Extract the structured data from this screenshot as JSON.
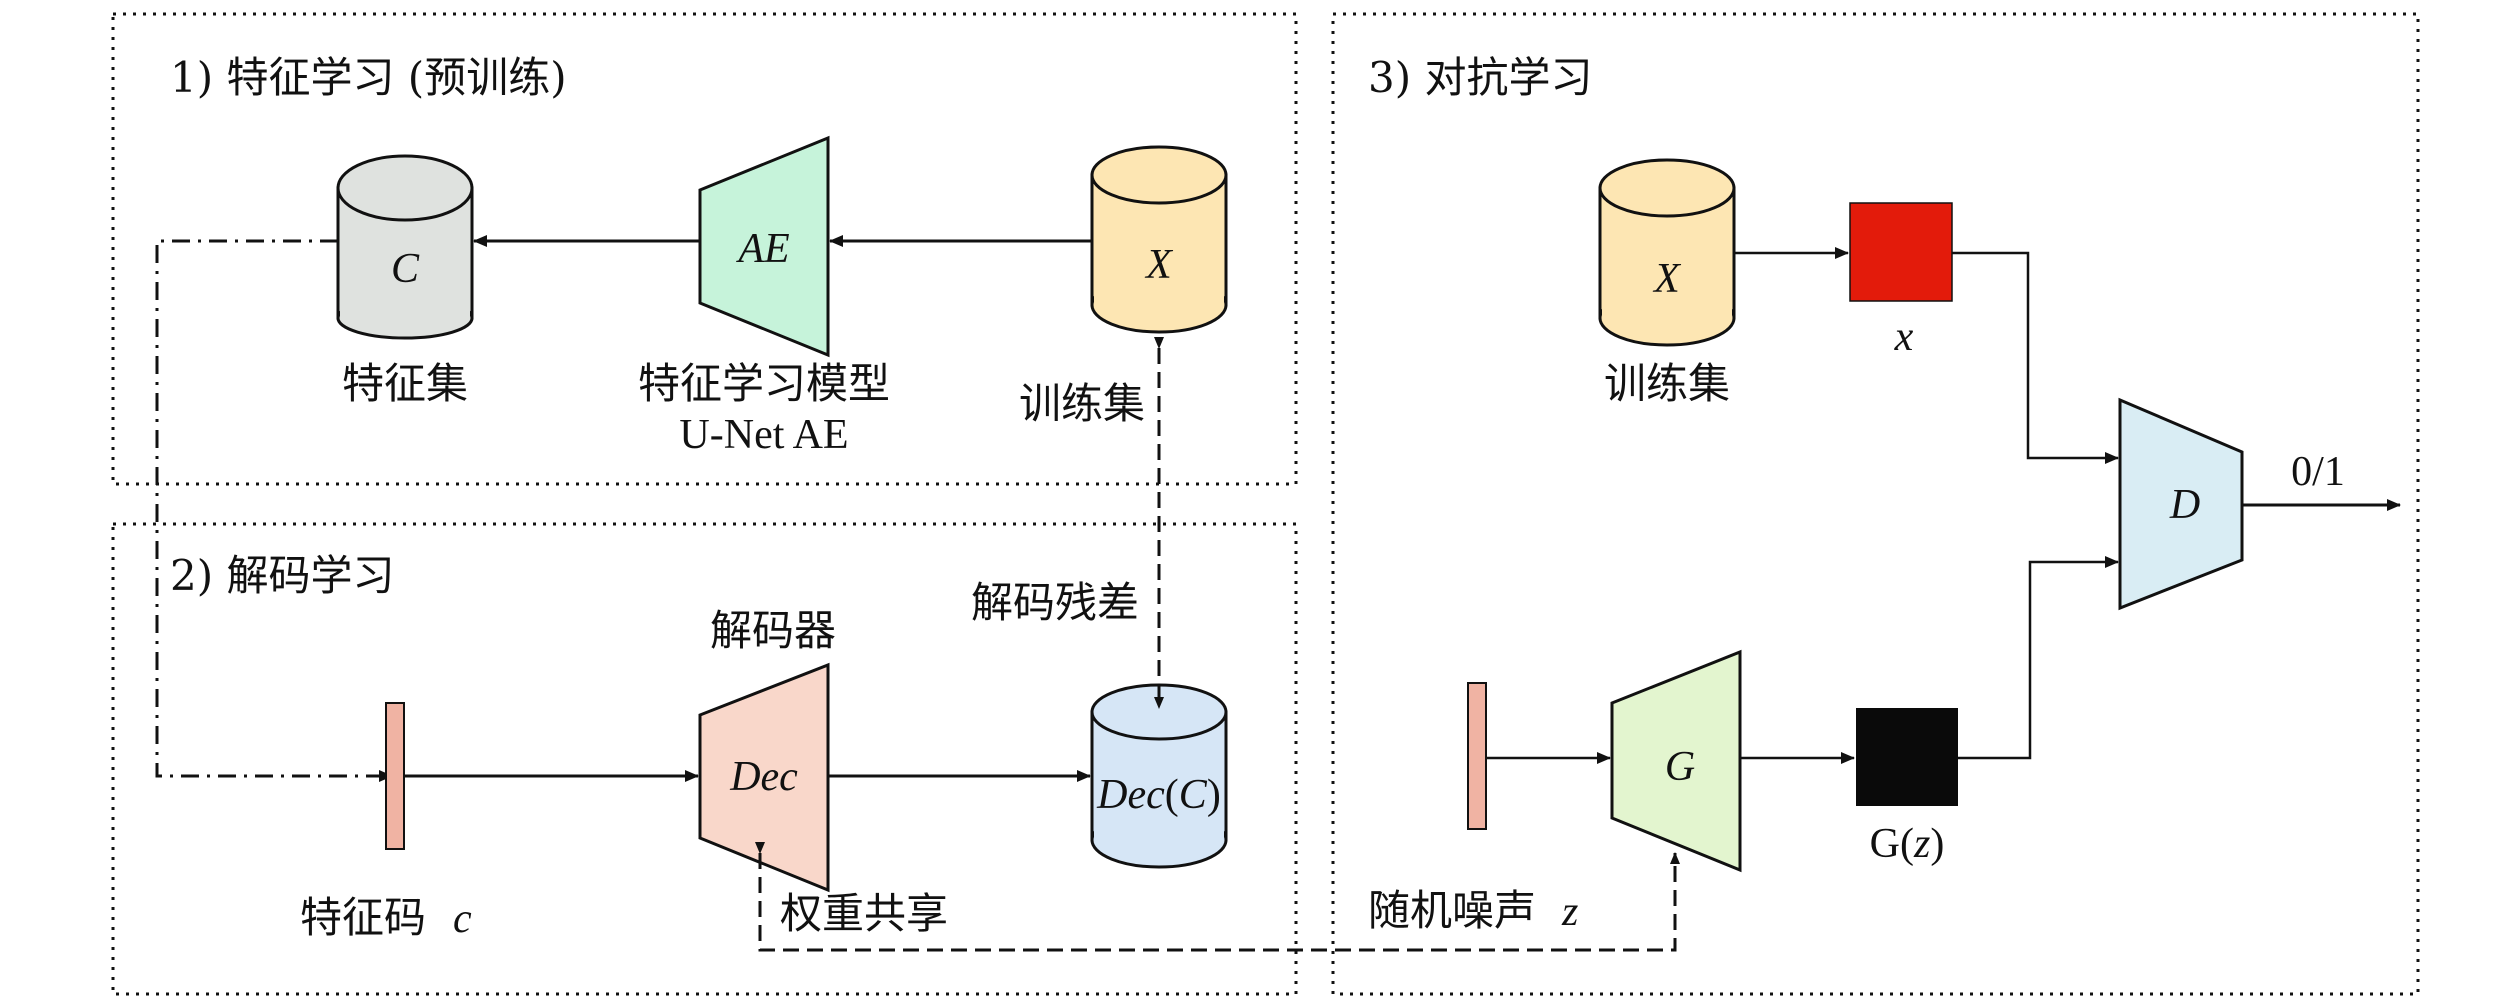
{
  "sections": {
    "feature_learning": "1) 特征学习 (预训练)",
    "decoding_learning": "2) 解码学习",
    "adversarial_learning": "3) 对抗学习"
  },
  "nodes": {
    "feature_set": {
      "symbol": "C",
      "label": "特征集"
    },
    "ae_model": {
      "symbol": "AE",
      "label": "特征学习模型",
      "sublabel": "U-Net AE"
    },
    "training_set_1": {
      "symbol": "X",
      "label": "训练集"
    },
    "feature_code": {
      "label": "特征码",
      "symbol": "c"
    },
    "decoder": {
      "symbol": "Dec",
      "label": "解码器"
    },
    "dec_output": {
      "symbol": "Dec",
      "paren_open": "(",
      "arg": "C",
      "paren_close": ")"
    },
    "training_set_2": {
      "symbol": "X",
      "label": "训练集"
    },
    "real_sample": {
      "symbol": "x"
    },
    "discriminator": {
      "symbol": "D",
      "output": "0/1"
    },
    "random_noise": {
      "label": "随机噪声",
      "symbol": "z"
    },
    "generator": {
      "symbol": "G"
    },
    "fake_sample": {
      "symbol": "G",
      "paren_open": "(",
      "arg": "z",
      "paren_close": ")"
    }
  },
  "edge_labels": {
    "decoding_residual": "解码残差",
    "weight_sharing": "权重共享"
  },
  "colors": {
    "feature_set_fill": "#dfe2df",
    "ae_fill": "#c6f3da",
    "training_fill": "#fde6b3",
    "decoder_fill": "#f9d7ca",
    "dec_output_fill": "#d6e6f6",
    "code_bar_fill": "#f0b3a3",
    "discriminator_fill": "#d9edf4",
    "generator_fill": "#e3f5cf",
    "real_sample_fill": "#e31b0b",
    "fake_sample_fill": "#0a0a0a"
  },
  "icons": {
    "cylinder": "database-cylinder-icon",
    "trapezoid": "network-trapezoid-icon"
  }
}
